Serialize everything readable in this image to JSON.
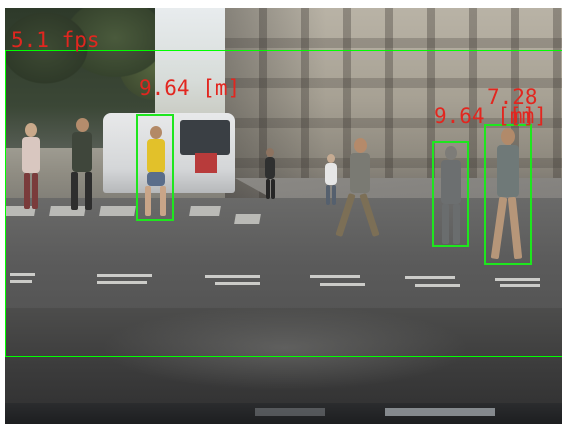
{
  "overlay": {
    "fps_label": "5.1 fps",
    "detections": [
      {
        "distance_label": "9.64 [m]"
      },
      {
        "distance_label": "9.64 [m]"
      },
      {
        "distance_label": "7.28"
      },
      {
        "distance_label": "[m]"
      }
    ]
  },
  "colors": {
    "box": "#1ee61e",
    "roi_lines": "#00ff00",
    "label_text": "#e2261f"
  }
}
